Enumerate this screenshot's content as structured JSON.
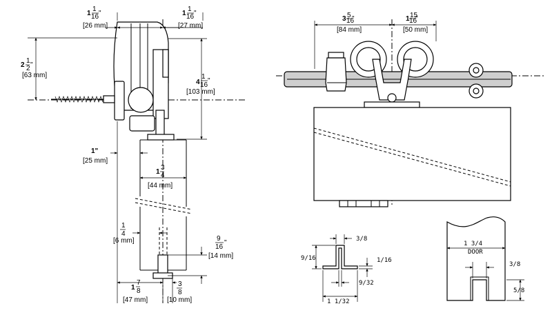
{
  "side_view": {
    "dim_top_left_whole": "1",
    "dim_top_left_num": "1",
    "dim_top_left_den": "16",
    "dim_top_left_unit": "\"",
    "dim_top_left_mm": "[26 mm]",
    "dim_top_right_whole": "1",
    "dim_top_right_num": "1",
    "dim_top_right_den": "16",
    "dim_top_right_unit": "\"",
    "dim_top_right_mm": "[27 mm]",
    "dim_wheel_whole": "2",
    "dim_wheel_num": "1",
    "dim_wheel_den": "2",
    "dim_wheel_unit": "\"",
    "dim_wheel_mm": "[63 mm]",
    "dim_height_whole": "4",
    "dim_height_num": "1",
    "dim_height_den": "16",
    "dim_height_unit": "\"",
    "dim_height_mm": "[103 mm]",
    "dim_offset": "1\"",
    "dim_offset_mm": "[25 mm]",
    "dim_door_whole": "1",
    "dim_door_num": "3",
    "dim_door_den": "4",
    "dim_door_mm": "[44 mm]",
    "dim_gap_num": "1",
    "dim_gap_den": "4",
    "dim_gap_mm": "[6 mm]",
    "dim_guide_num": "9",
    "dim_guide_den": "16",
    "dim_guide_unit": "\"",
    "dim_guide_mm": "[14 mm]",
    "dim_bottom_left_whole": "1",
    "dim_bottom_left_num": "7",
    "dim_bottom_left_den": "8",
    "dim_bottom_left_mm": "[47 mm]",
    "dim_bottom_right_num": "3",
    "dim_bottom_right_den": "8",
    "dim_bottom_right_mm": "[10 mm]"
  },
  "front_view": {
    "dim_left_whole": "3",
    "dim_left_num": "5",
    "dim_left_den": "16",
    "dim_left_unit": "\"",
    "dim_left_mm": "[84 mm]",
    "dim_right_whole": "1",
    "dim_right_num": "15",
    "dim_right_den": "16",
    "dim_right_unit": "\"",
    "dim_right_mm": "[50 mm]"
  },
  "guide_detail": {
    "dim_top": "3/8",
    "dim_height": "9/16",
    "dim_flange": "1/16",
    "dim_inner": "9/32",
    "dim_width": "1 1/32"
  },
  "groove_detail": {
    "dim_door": "1 3/4",
    "door_label": "DOOR",
    "dim_groove_width": "3/8",
    "dim_groove_depth": "5/8"
  }
}
